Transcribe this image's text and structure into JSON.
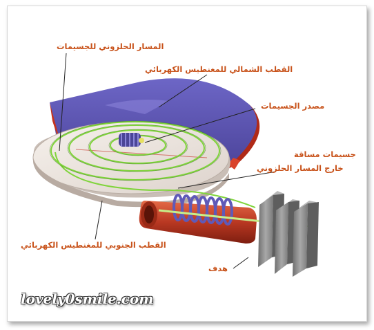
{
  "labels": {
    "spiral_path": "المسار الحلزوني للجسيمات",
    "north_pole": "القطب الشمالي للمغنطيس الكهربائي",
    "particle_source": "مصدر الجسيمات",
    "extracted_line1": "جسيمات مساقة",
    "extracted_line2": "خارج المسار الحلزوني",
    "south_pole": "القطب الجنوبي للمغنطيس الكهربائي",
    "target": "هدف"
  },
  "watermark": "lovely0smile.com",
  "colors": {
    "label_text": "#c8521a",
    "magnet_top": "#5a52b0",
    "magnet_red": "#d9432b",
    "dee_plate": "#efe9e4",
    "spiral": "#7fd43a",
    "coil": "#5f5ab8",
    "target_plates": "#8c8c8c"
  }
}
